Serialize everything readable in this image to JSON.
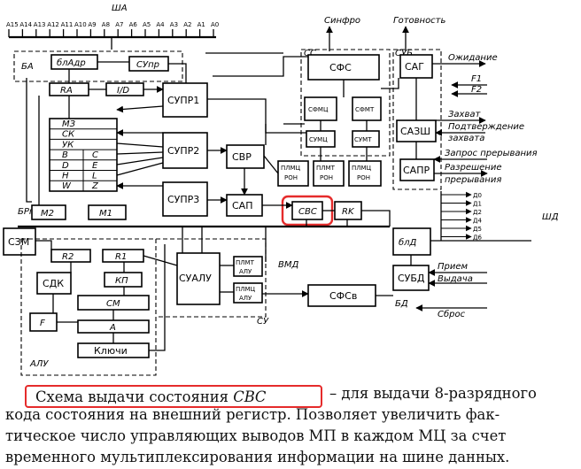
{
  "diagram": {
    "address_pins": [
      "A15",
      "A14",
      "A13",
      "A12",
      "A11",
      "A10",
      "A9",
      "A8",
      "A7",
      "A6",
      "A5",
      "A4",
      "A3",
      "A2",
      "A1",
      "A0"
    ],
    "address_bus": "ША",
    "data_bus": "ШД",
    "top_outputs": {
      "sync": "Синфро",
      "ready": "Готовность"
    },
    "blocks": {
      "ba": "БА",
      "bl_adr": "блАдр",
      "supr_small": "СУпр",
      "ra": "RA",
      "id": "I/D",
      "supr1": "СУПР1",
      "supr2": "СУПР2",
      "supr3": "СУПР3",
      "sfs": "СФС",
      "sfmc": "СФМЦ",
      "sfmt": "СФМТ",
      "sumc": "СУМЦ",
      "sumt": "СУМТ",
      "plmc_ron": [
        "ПЛМЦ",
        "РОН"
      ],
      "plmt_ron": [
        "ПЛМТ",
        "РОН"
      ],
      "plmc_ron2": [
        "ПЛМЦ",
        "РОН"
      ],
      "svr": "СВР",
      "sap": "САП",
      "svc": "СВС",
      "rk": "RK",
      "sag": "САГ",
      "sazsh": "САЗШ",
      "sapr": "САПР",
      "bld": "блД",
      "subd": "СУБД",
      "m2": "М2",
      "m1": "М1",
      "brg": "БРг",
      "szm": "СЗМ",
      "r2": "R2",
      "r1": "R1",
      "sdk": "СДК",
      "kp": "КП",
      "sm": "СМ",
      "f": "F",
      "a": "А",
      "keys": "Ключи",
      "sualu": "СУАЛУ",
      "plmt_alu": [
        "ПЛМТ",
        "АЛУ"
      ],
      "plmc_alu": [
        "ПЛМЦ",
        "АЛУ"
      ],
      "sfsv": "СФСв",
      "sc_label": "СС",
      "sub_label": "СУБ",
      "bd_label": "БД",
      "su_label": "СУ",
      "alu_label": "АЛУ",
      "vmd": "ВМД"
    },
    "register_rows": [
      [
        "МЗ",
        ""
      ],
      [
        "СК",
        ""
      ],
      [
        "УК",
        ""
      ],
      [
        "В",
        "С"
      ],
      [
        "D",
        "E"
      ],
      [
        "H",
        "L"
      ],
      [
        "W",
        "Z"
      ]
    ],
    "right_signals": [
      "Ожидание",
      "F1",
      "F2",
      "Захват",
      "Подтверждение",
      "захвата",
      "Запрос прерывания",
      "Разрешение",
      "прерывания"
    ],
    "data_lines": [
      "Д0",
      "Д1",
      "Д2",
      "Д4",
      "Д5",
      "Д6"
    ],
    "bottom_signals": [
      "Прием",
      "Выдача",
      "Сброс"
    ]
  },
  "caption": {
    "highlight_prefix": "Схема выдачи состояния ",
    "highlight_term": "СВС",
    "line1_tail": " – для выдачи 8-разрядного",
    "line2": "кода состояния на внешний регистр. Позволяет увеличить фак-",
    "line3": "тическое число управляющих выводов МП в каждом МЦ за счет",
    "line4": "временного мультиплексирования информации на шине данных."
  },
  "colors": {
    "highlight": "#e52b2b",
    "ink": "#000000"
  }
}
